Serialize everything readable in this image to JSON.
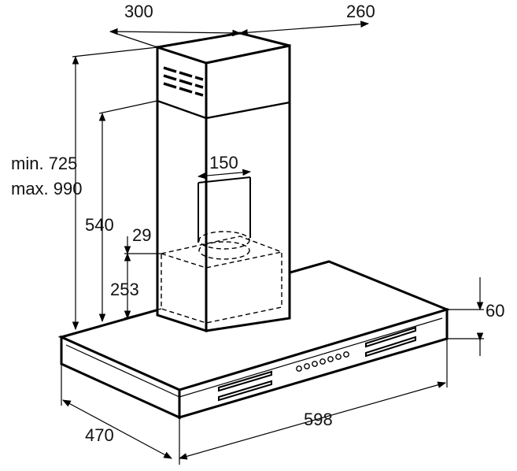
{
  "diagram": {
    "dimensions": {
      "chimney_width": "300",
      "chimney_depth": "260",
      "height_min": "min. 725",
      "height_max": "max. 990",
      "duct_height": "540",
      "outlet_diameter": "150",
      "outlet_offset": "29",
      "box_height": "253",
      "canopy_thickness": "60",
      "canopy_depth": "470",
      "canopy_width": "598"
    }
  }
}
